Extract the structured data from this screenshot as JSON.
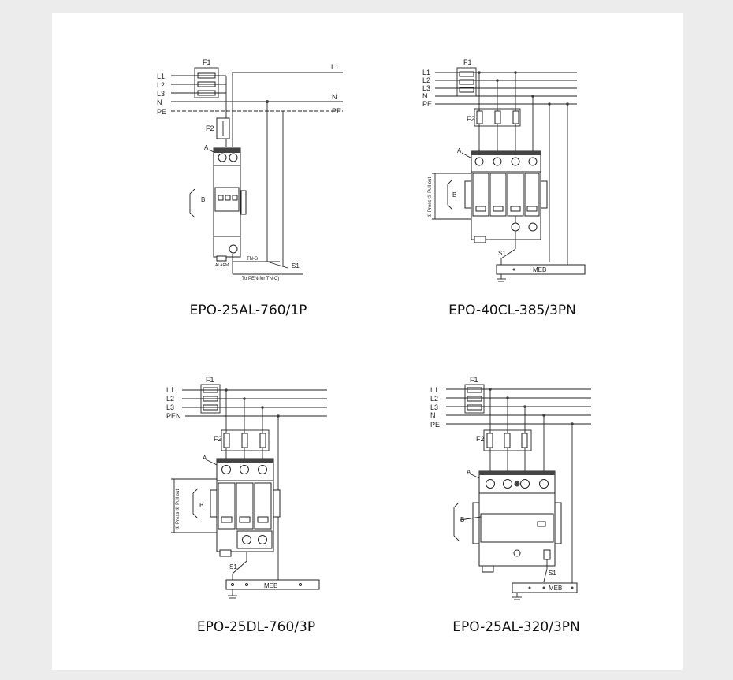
{
  "diagrams": [
    {
      "caption": "EPO-25AL-760/1P",
      "labels": {
        "f1": "F1",
        "f2": "F2",
        "a": "A",
        "b": "B",
        "s1": "S1",
        "left_lines": [
          "L1",
          "L2",
          "L3",
          "N",
          "PE"
        ],
        "right_l1": "L1",
        "right_n": "N",
        "right_pe": "PE",
        "tn_s": "TN-S",
        "to_pen": "To PEN(for TN-C)",
        "alarm": "ALARM"
      }
    },
    {
      "caption": "EPO-40CL-385/3PN",
      "labels": {
        "f1": "F1",
        "f2": "F2",
        "a": "A",
        "b": "B",
        "s1": "S1",
        "left_lines": [
          "L1",
          "L2",
          "L3",
          "N",
          "PE"
        ],
        "side": "① Press ② Pull out",
        "meb": "MEB"
      }
    },
    {
      "caption": "EPO-25DL-760/3P",
      "labels": {
        "f1": "F1",
        "f2": "F2",
        "a": "A",
        "b": "B",
        "s1": "S1",
        "left_lines": [
          "L1",
          "L2",
          "L3",
          "PEN"
        ],
        "side": "① Press ② Pull out",
        "meb": "MEB"
      }
    },
    {
      "caption": "EPO-25AL-320/3PN",
      "labels": {
        "f1": "F1",
        "f2": "F2",
        "a": "A",
        "b": "B",
        "s1": "S1",
        "left_lines": [
          "L1",
          "L2",
          "L3",
          "N",
          "PE"
        ],
        "meb": "MEB"
      }
    }
  ]
}
